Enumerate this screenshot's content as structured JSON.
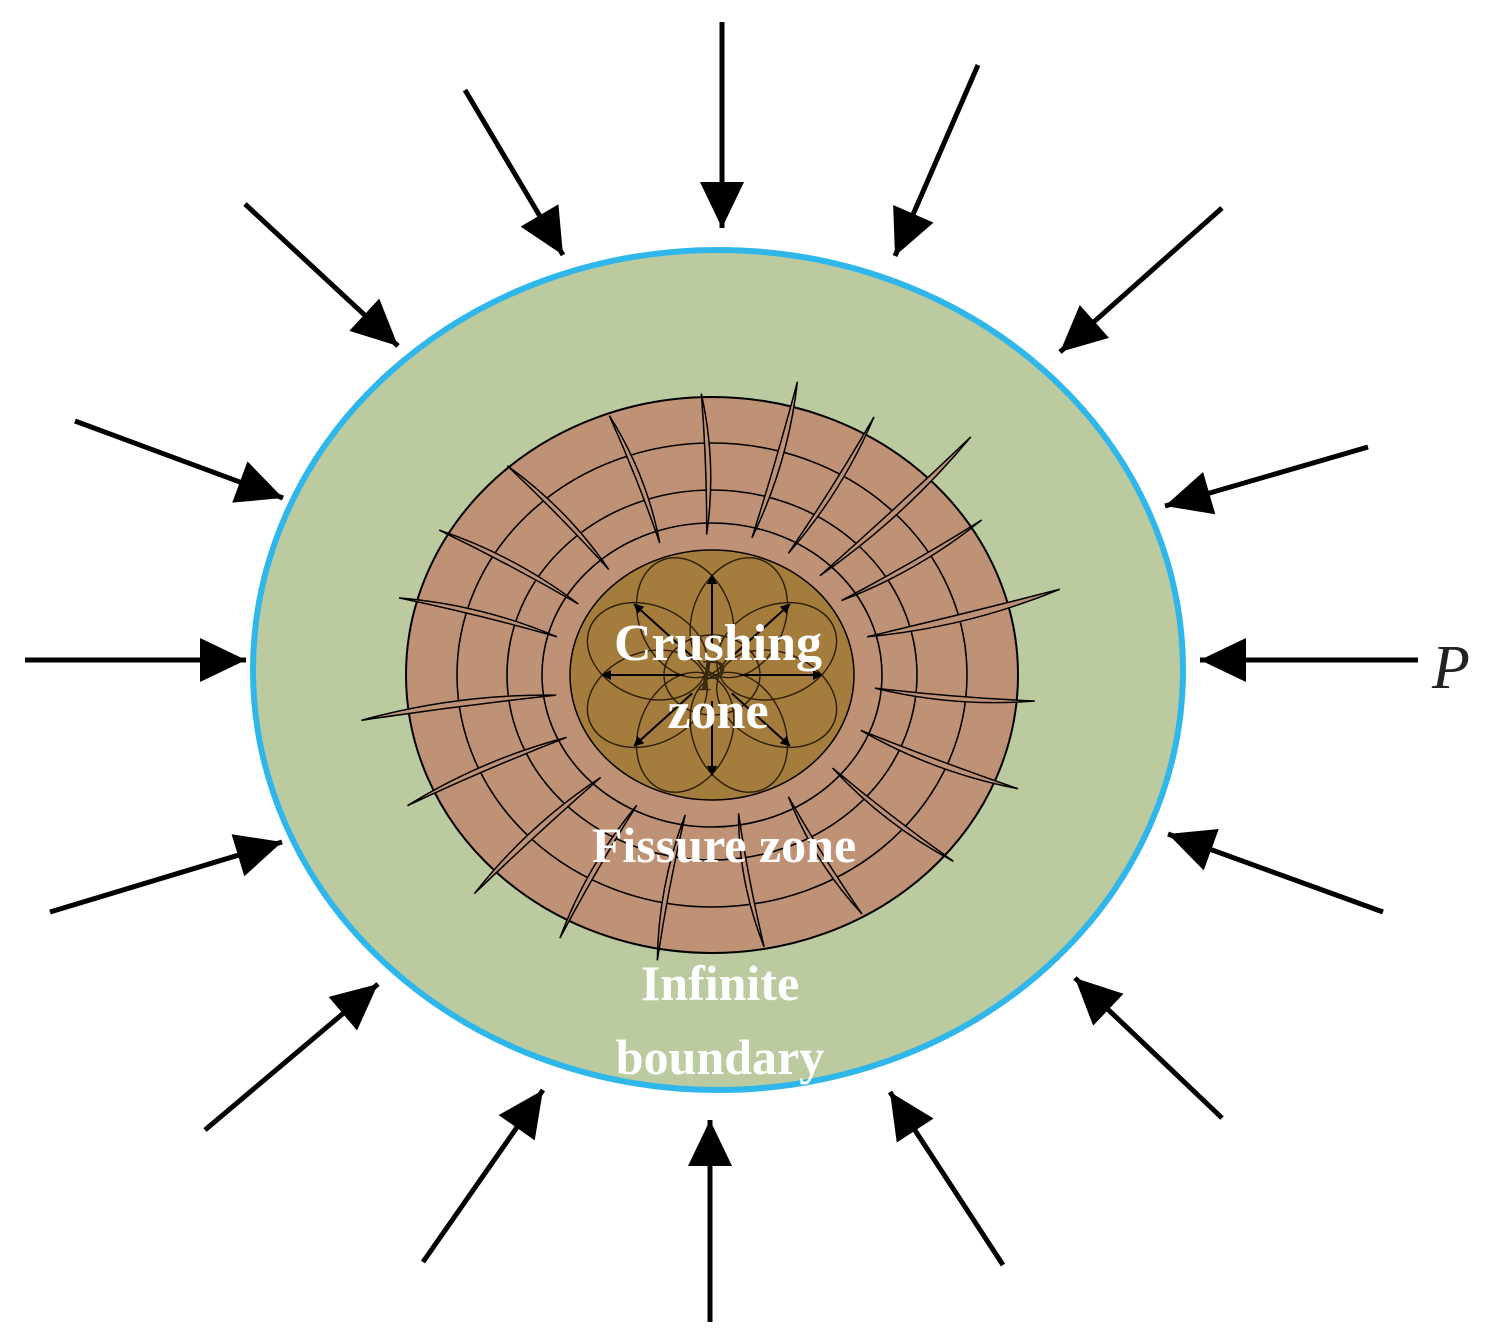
{
  "labels": {
    "crushing_line1": "Crushing",
    "crushing_line2": "zone",
    "fissure": "Fissure zone",
    "infinite_line1": "Infinite",
    "infinite_line2": "boundary",
    "pressure_outer": "P",
    "pressure_inner": "P"
  },
  "colors": {
    "background": "#ffffff",
    "infinite_zone_fill": "#bccb9f",
    "boundary_stroke": "#2fb6ea",
    "fissure_zone_fill": "#bf9276",
    "crushing_zone_fill": "#a47d3c",
    "line": "#000000",
    "label": "#ffffff"
  },
  "icons": {
    "pressure_arrows": "inward-arrow-icon",
    "expansion_arrows": "outward-arrow-icon"
  }
}
